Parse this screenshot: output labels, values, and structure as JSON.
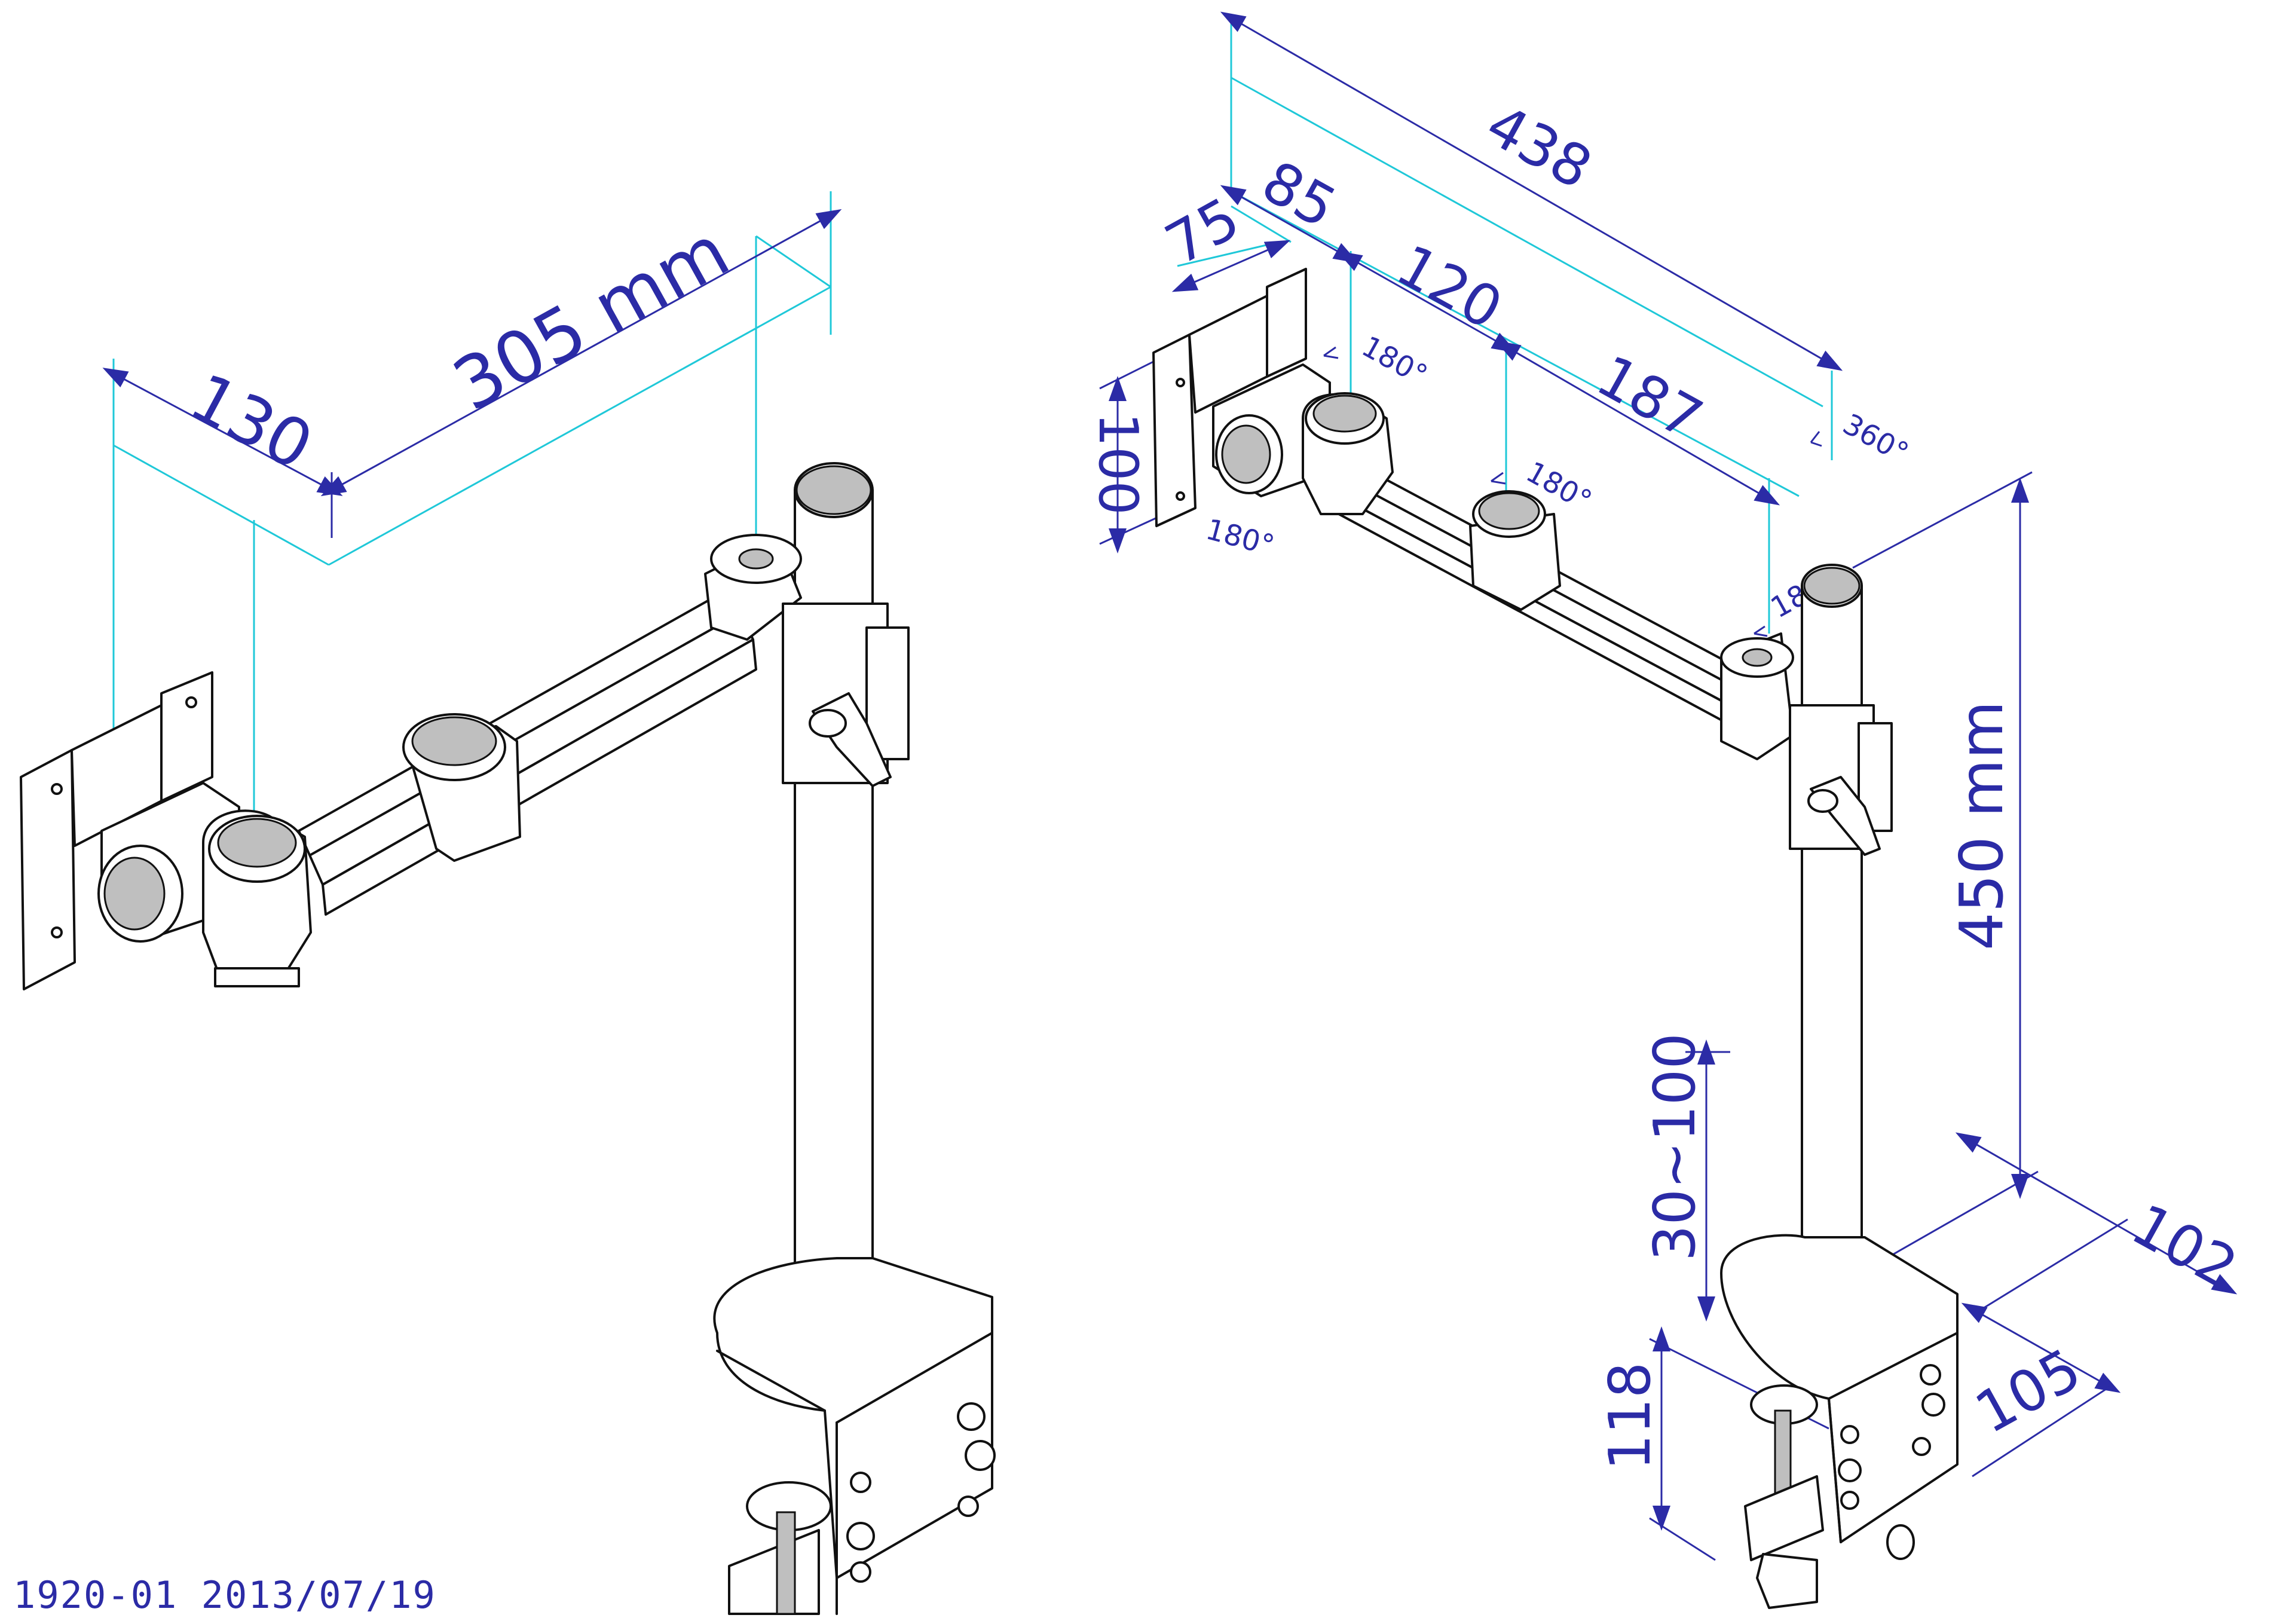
{
  "left_view": {
    "dim_arm_reach": "305 mm",
    "dim_mount_offset": "130"
  },
  "right_view": {
    "dim_total_length": "438",
    "dim_85": "85",
    "dim_75": "75",
    "dim_120": "120",
    "dim_187": "187",
    "dim_vesa_100": "100",
    "dim_pole_height": "450 mm",
    "dim_clamp_range": "30~100",
    "dim_clamp_height": "118",
    "dim_base_width": "102",
    "dim_base_depth": "105",
    "rot_180_a": "180°",
    "rot_180_b": "180°",
    "rot_180_c": "180°",
    "rot_180_d": "180°",
    "rot_360": "360°"
  },
  "footer": {
    "drawing_id": "1920-01  2013/07/19"
  }
}
